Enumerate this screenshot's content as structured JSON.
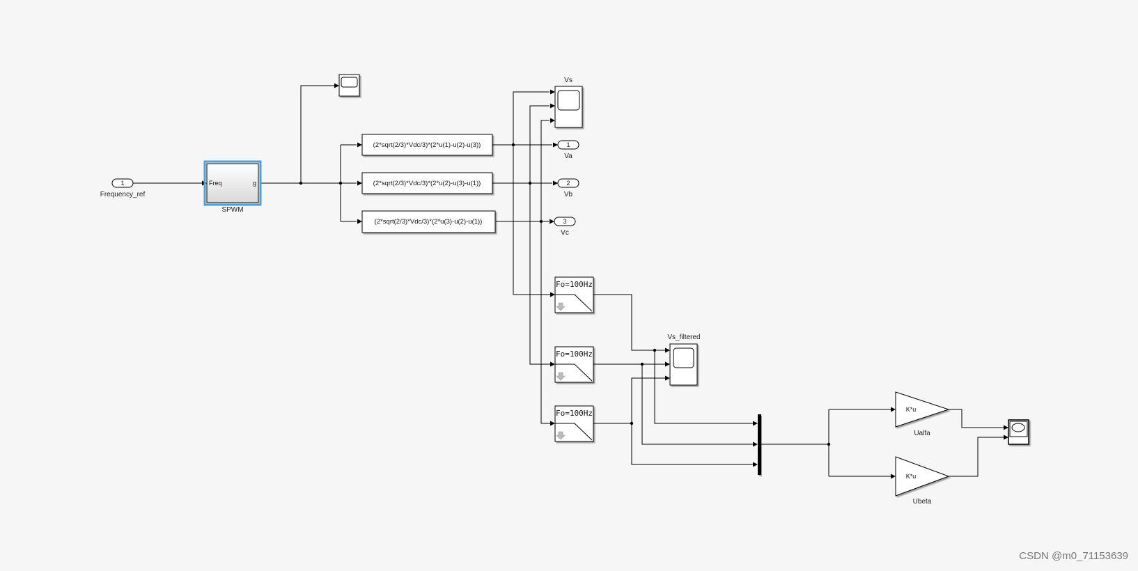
{
  "diagram": {
    "inports": [
      {
        "number": "1",
        "label": "Frequency_ref"
      }
    ],
    "spwm": {
      "label": "SPWM",
      "in_port": "Freq",
      "out_port": "g"
    },
    "functions": [
      "(2*sqrt(2/3)*Vdc/3)*(2*u(1)-u(2)-u(3))",
      "(2*sqrt(2/3)*Vdc/3)*(2*u(2)-u(3)-u(1))",
      "(2*sqrt(2/3)*Vdc/3)*(2*u(3)-u(2)-u(1))"
    ],
    "outports": [
      {
        "number": "1",
        "label": "Va"
      },
      {
        "number": "2",
        "label": "Vb"
      },
      {
        "number": "3",
        "label": "Vc"
      }
    ],
    "scopes": {
      "vs": "Vs",
      "vs_filtered": "Vs_filtered"
    },
    "filters": [
      "Fo=100Hz",
      "Fo=100Hz",
      "Fo=100Hz"
    ],
    "gains": [
      {
        "text": "K*u",
        "label": "Ualfa"
      },
      {
        "text": "K*u",
        "label": "Ubeta"
      }
    ],
    "watermark": "CSDN @m0_71153639",
    "colors": {
      "background": "#f6f6f6",
      "selection": "#4d9fdc",
      "wire": "#000000"
    }
  }
}
